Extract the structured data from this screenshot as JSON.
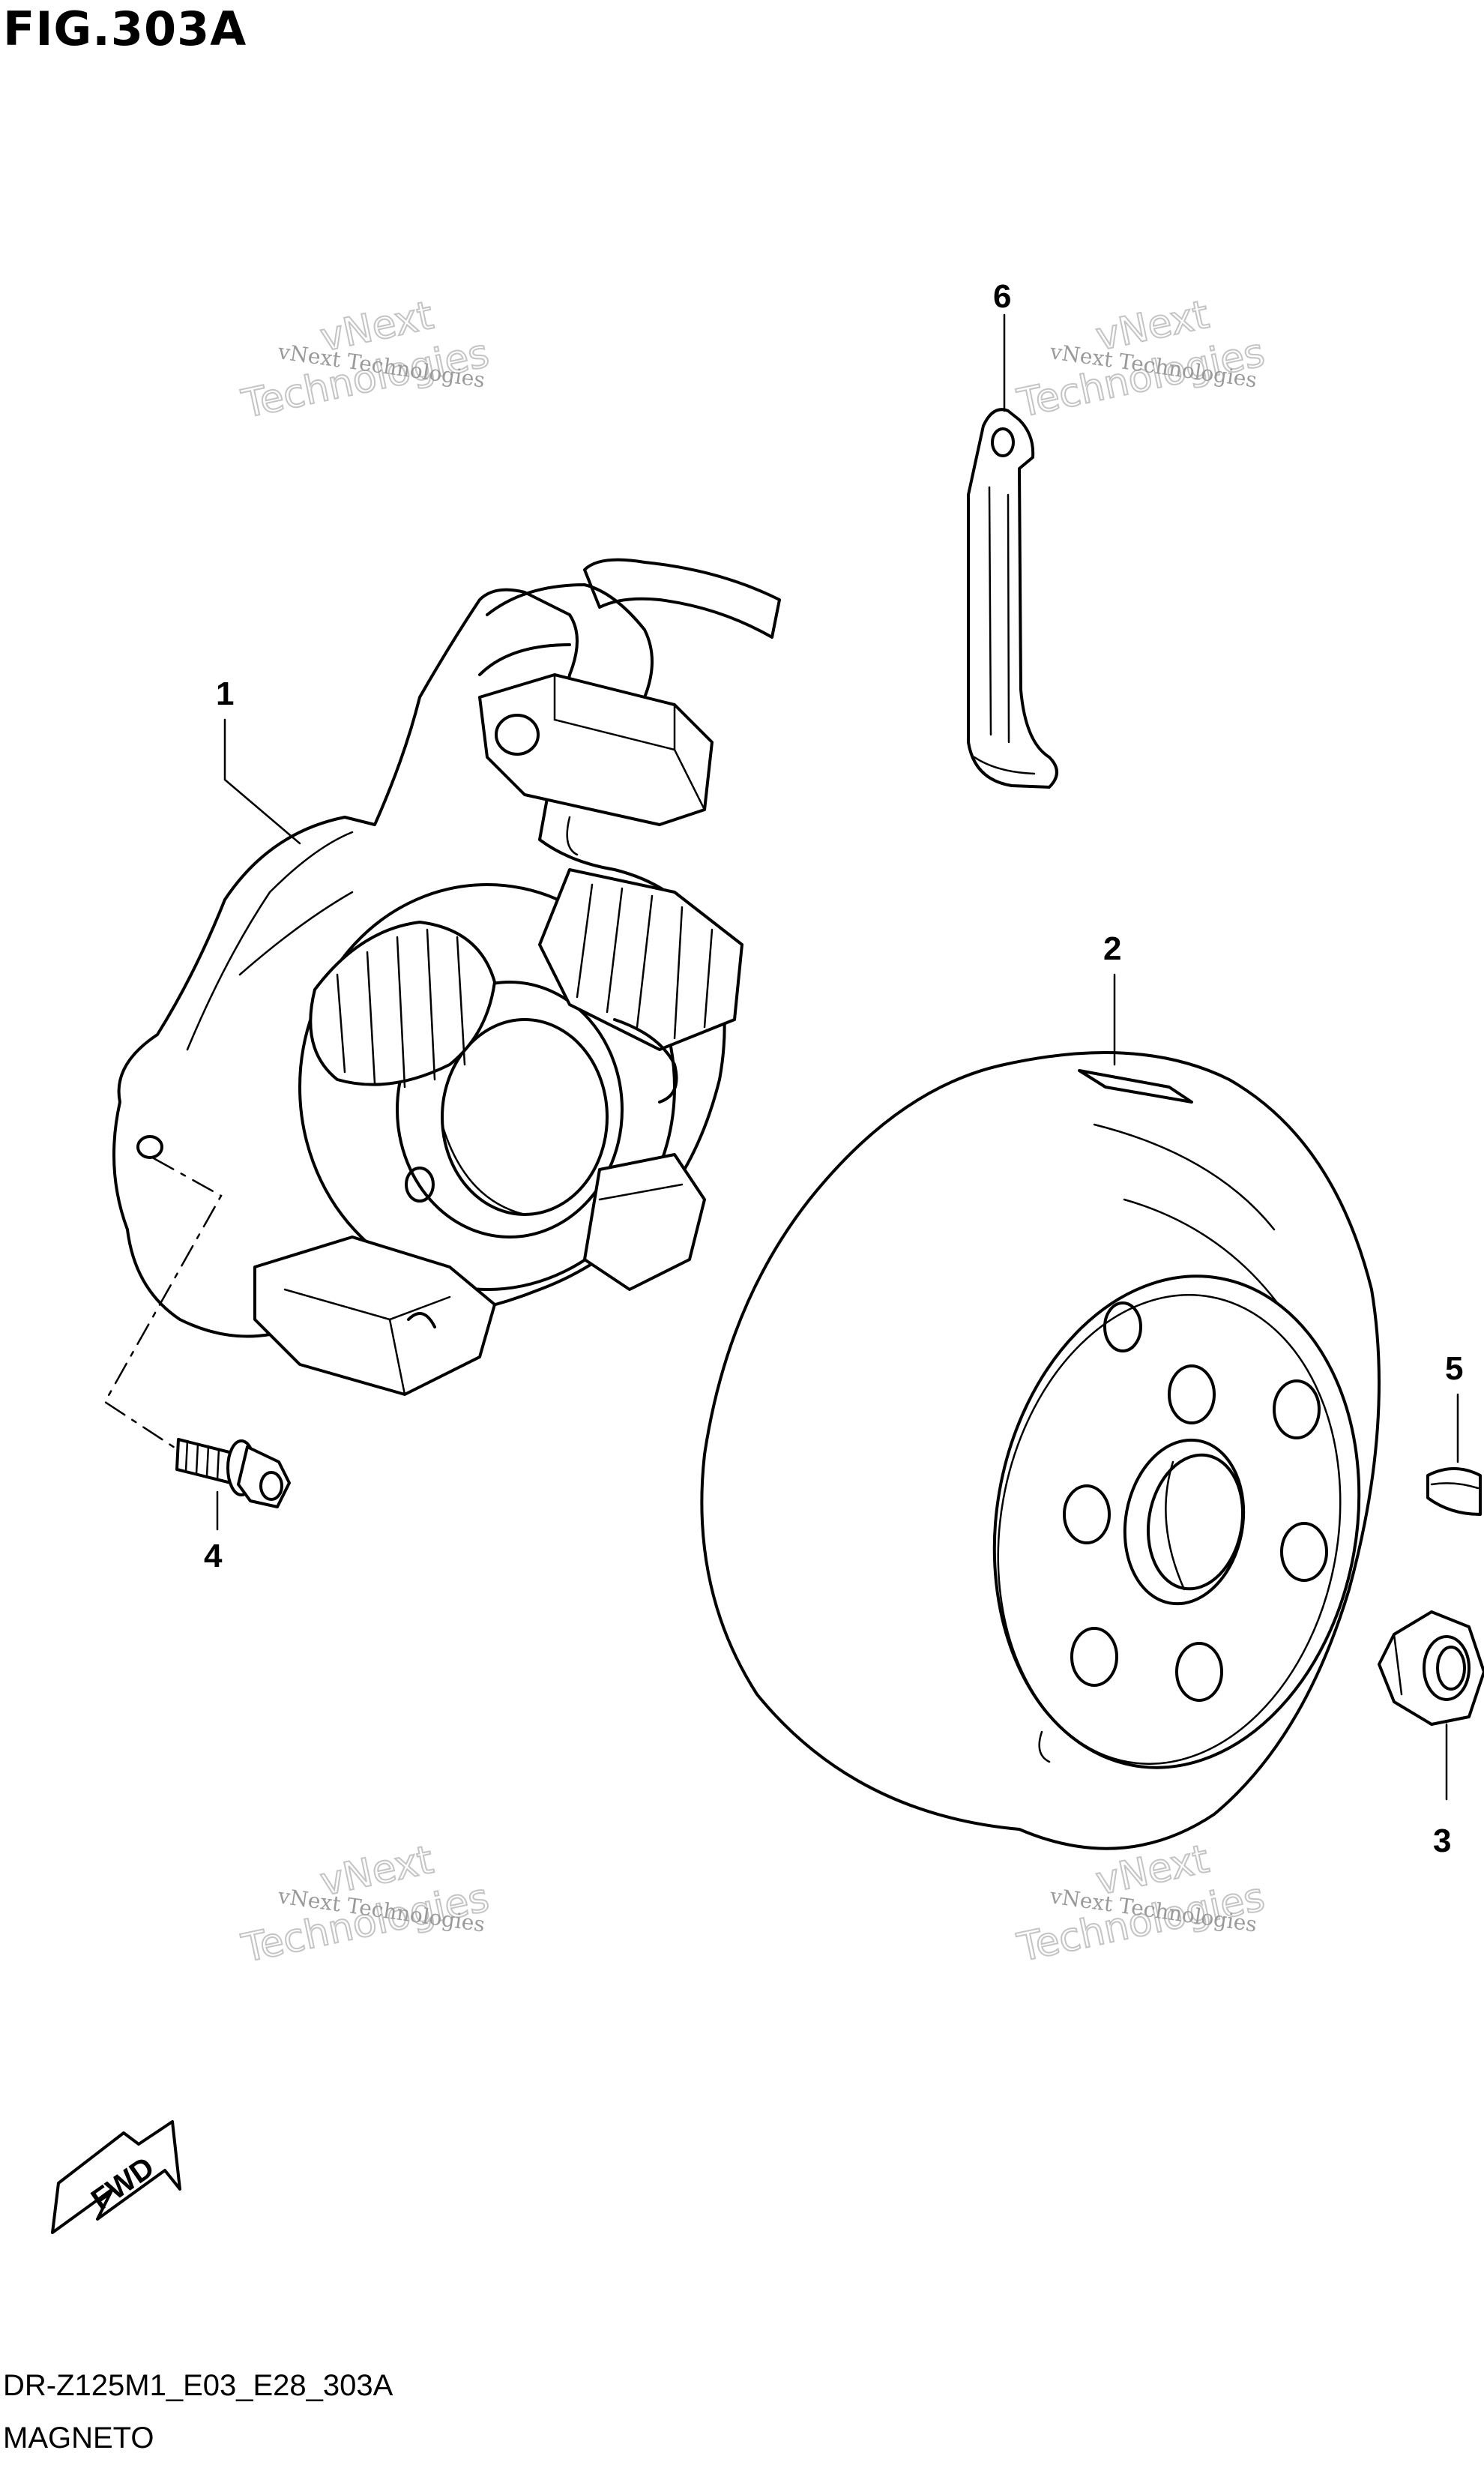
{
  "figure": {
    "title": "FIG.303A",
    "model_code": "DR-Z125M1_E03_E28_303A",
    "section_name": "MAGNETO"
  },
  "callouts": [
    "1",
    "2",
    "3",
    "4",
    "5",
    "6"
  ],
  "watermark": {
    "line_small": "vNext Technologies",
    "line_big_1": "vNext",
    "line_big_2": "Technologies"
  },
  "fwd_label": "FWD",
  "colors": {
    "ink": "#000000",
    "watermark": "#9a9a9a",
    "background": "#ffffff"
  }
}
